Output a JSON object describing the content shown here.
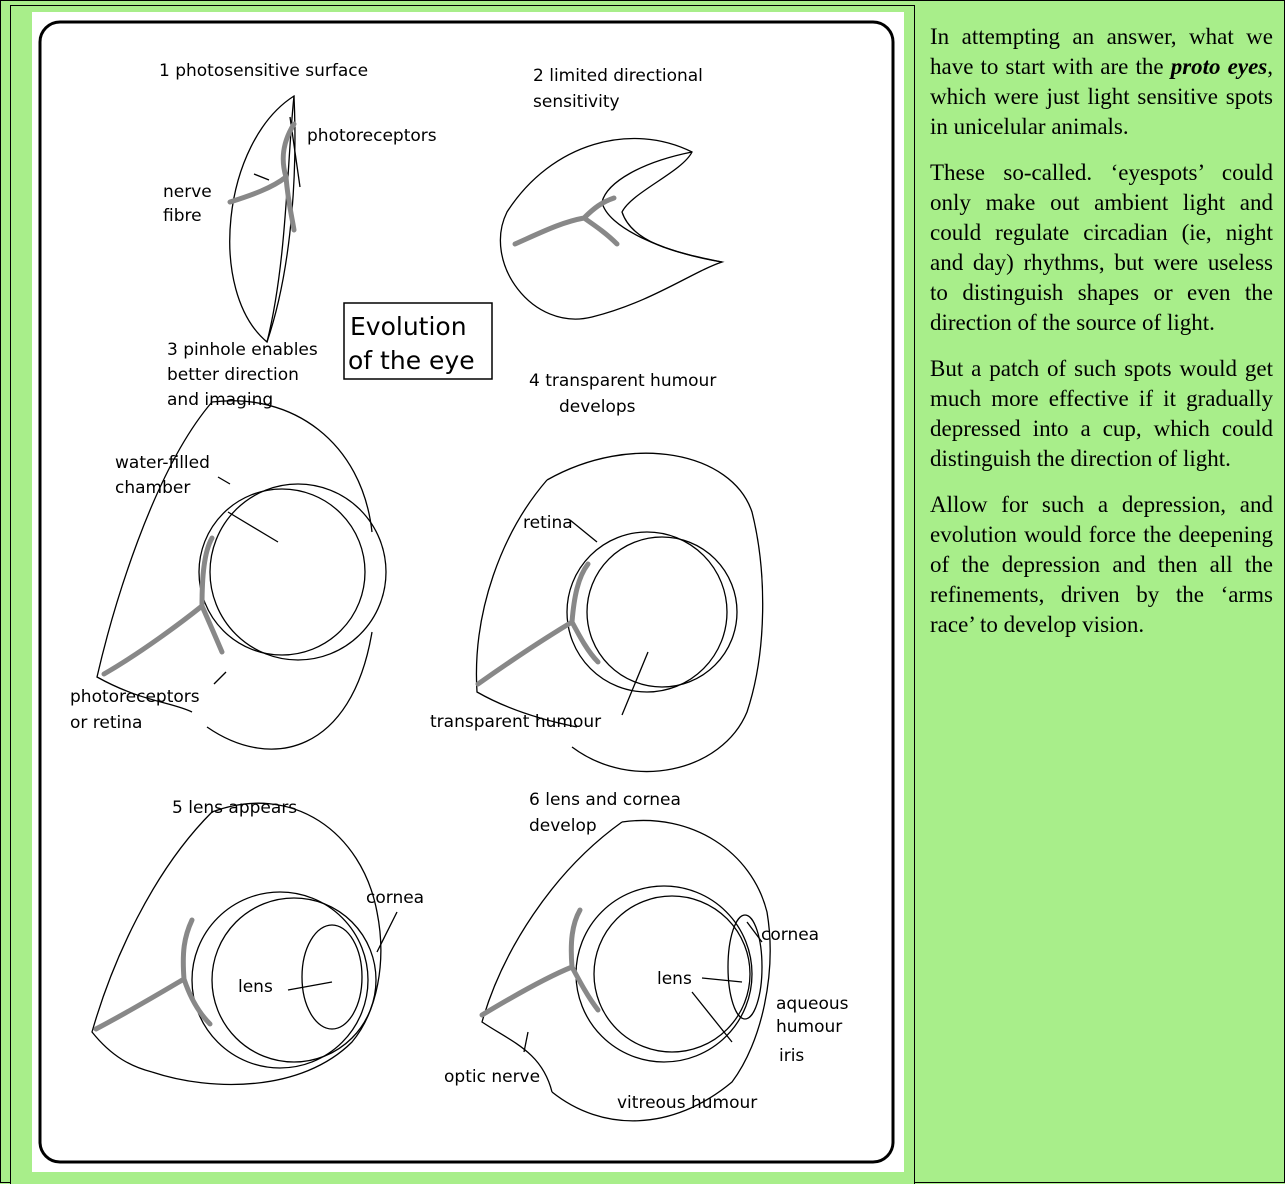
{
  "figure": {
    "title_line1": "Evolution",
    "title_line2": "of the eye",
    "stages": {
      "s1": {
        "caption": "1 photosensitive surface",
        "label_photoreceptors": "photoreceptors",
        "label_nerve1": "nerve",
        "label_nerve2": "fibre"
      },
      "s2": {
        "caption1": "2 limited directional",
        "caption2": "sensitivity"
      },
      "s3": {
        "caption1": "3 pinhole enables",
        "caption2": "better direction",
        "caption3": "and imaging",
        "label_water1": "water-filled",
        "label_water2": "chamber",
        "label_photo1": "photoreceptors",
        "label_photo2": "or  retina"
      },
      "s4": {
        "caption1": "4  transparent humour",
        "caption2": "develops",
        "label_retina": "retina",
        "label_humour": "transparent humour"
      },
      "s5": {
        "caption": "5 lens appears",
        "label_cornea": "cornea",
        "label_lens": "lens"
      },
      "s6": {
        "caption1": "6 lens and cornea",
        "caption2": "develop",
        "label_cornea": "cornea",
        "label_lens": "lens",
        "label_aqueous1": "aqueous",
        "label_aqueous2": "humour",
        "label_iris": "iris",
        "label_optic": "optic nerve",
        "label_vitreous": "vitreous humour"
      }
    }
  },
  "paragraphs": {
    "p1_before": "In attempting an answer, what we have to start with are the ",
    "p1_em": "proto eyes",
    "p1_after": ", which were just light sensitive spots in unicelular animals.",
    "p2": "These so-called. ‘eyespots’ could only make out ambient light and could regulate circadian (ie, night and day) rhythms, but were useless to distinguish shapes or even the direction of the source of light.",
    "p3": "But a patch of such spots would get much more effective if it gradually depressed into a cup, which could distinguish the direction of light.",
    "p4": "Allow for such a depression, and evolution would force the deepening of the depression and then all the refinements, driven by the ‘arms race’ to develop vision."
  }
}
